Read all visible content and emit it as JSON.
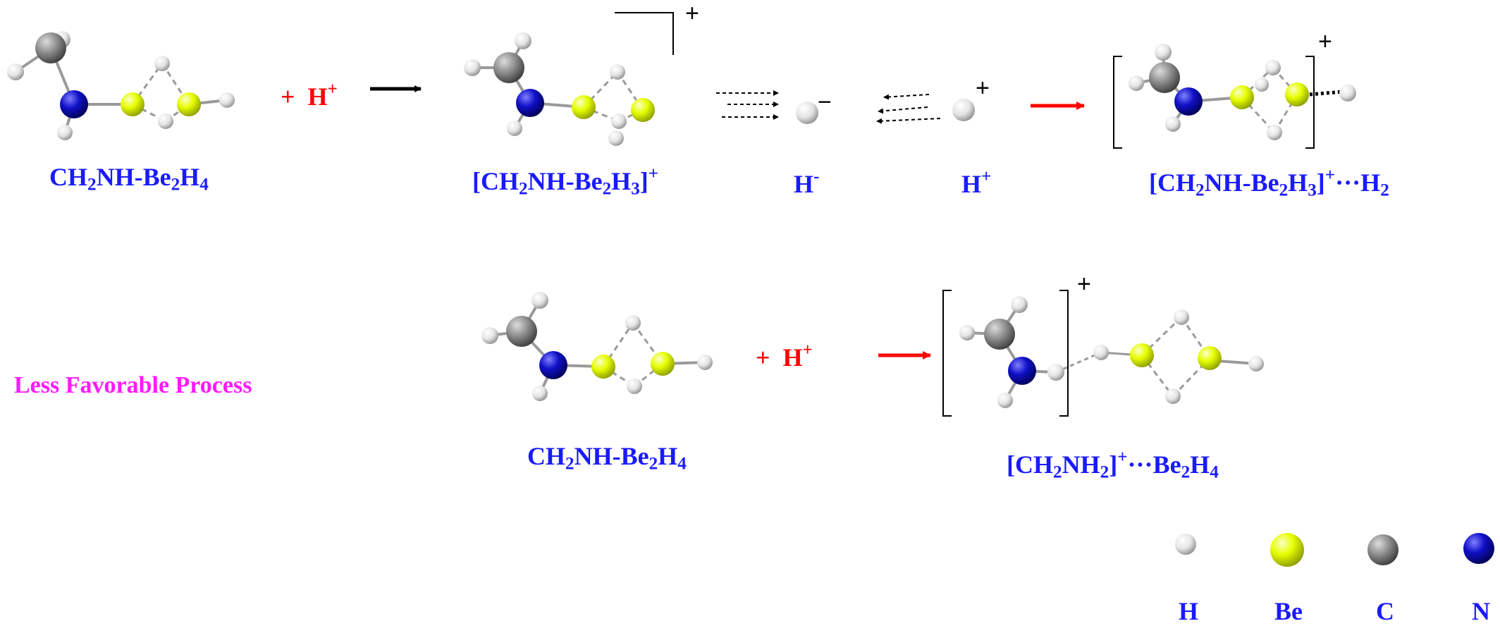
{
  "colors": {
    "hydrogen": "#ebebeb",
    "beryllium": "#e6ff00",
    "carbon": "#8a8a8a",
    "nitrogen": "#1010c8",
    "label_blue": "#1a1aff",
    "label_red": "#ff0000",
    "label_magenta": "#ff1aff"
  },
  "row1": {
    "reactant": {
      "pre": "CH",
      "s1": "2",
      "mid": "NH-Be",
      "s2": "2",
      "post": "H",
      "s3": "4"
    },
    "plus_h": {
      "plus": "+",
      "h": "H",
      "sup": "+"
    },
    "product": {
      "pre": "[CH",
      "s1": "2",
      "mid": "NH-Be",
      "s2": "2",
      "post": "H",
      "s3": "3",
      "close": "]",
      "sup": "+"
    },
    "hydride": {
      "h": "H",
      "sup": "-"
    },
    "proton": {
      "h": "H",
      "sup": "+"
    },
    "complex": {
      "pre": "[CH",
      "s1": "2",
      "mid": "NH-Be",
      "s2": "2",
      "post": "H",
      "s3": "3",
      "close": "]",
      "sup": "+",
      "dots": "···",
      "h2": "H",
      "s4": "2"
    }
  },
  "row2": {
    "title": "Less Favorable Process",
    "reactant": {
      "pre": "CH",
      "s1": "2",
      "mid": "NH-Be",
      "s2": "2",
      "post": "H",
      "s3": "4"
    },
    "plus_h": {
      "plus": "+",
      "h": "H",
      "sup": "+"
    },
    "product": {
      "pre": "[CH",
      "s1": "2",
      "mid": "NH",
      "s2": "2",
      "close": "]",
      "sup": "+",
      "dots": "···",
      "be": "Be",
      "s3": "2",
      "post": "H",
      "s4": "4"
    }
  },
  "charges": {
    "product_plus": "+",
    "hydride_minus": "−",
    "proton_plus": "+",
    "complex_plus": "+",
    "row2_plus": "+"
  },
  "legend": [
    {
      "label": "H",
      "element": "hydrogen",
      "icon": "hydrogen-atom-icon"
    },
    {
      "label": "Be",
      "element": "beryllium",
      "icon": "beryllium-atom-icon"
    },
    {
      "label": "C",
      "element": "carbon",
      "icon": "carbon-atom-icon"
    },
    {
      "label": "N",
      "element": "nitrogen",
      "icon": "nitrogen-atom-icon"
    }
  ]
}
